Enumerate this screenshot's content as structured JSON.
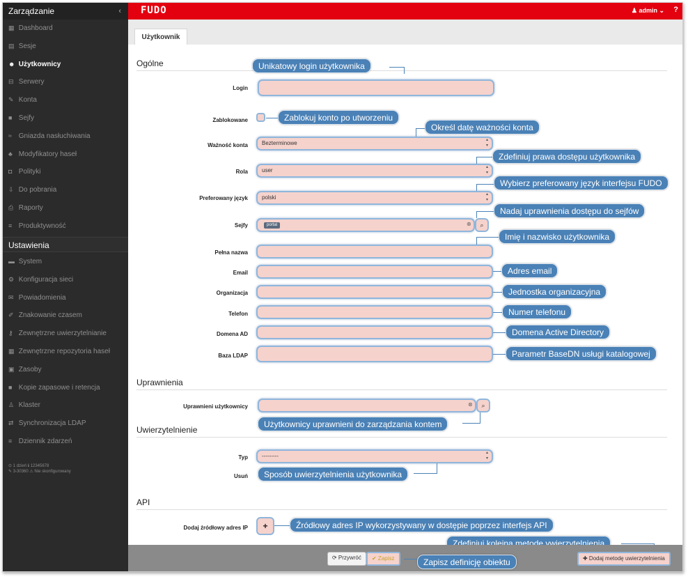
{
  "sidebar": {
    "header": "Zarządzanie",
    "collapse": "‹",
    "items": [
      {
        "label": "Dashboard",
        "icon": "dashboard-icon",
        "glyph": "▦"
      },
      {
        "label": "Sesje",
        "icon": "film-icon",
        "glyph": "▤"
      },
      {
        "label": "Użytkownicy",
        "icon": "users-icon",
        "glyph": "☻"
      },
      {
        "label": "Serwery",
        "icon": "server-icon",
        "glyph": "⊟"
      },
      {
        "label": "Konta",
        "icon": "key-icon",
        "glyph": "✎"
      },
      {
        "label": "Sejfy",
        "icon": "safe-icon",
        "glyph": "■"
      },
      {
        "label": "Gniazda nasłuchiwania",
        "icon": "rss-icon",
        "glyph": "≈"
      },
      {
        "label": "Modyfikatory haseł",
        "icon": "modifier-icon",
        "glyph": "♣"
      },
      {
        "label": "Polityki",
        "icon": "shield-icon",
        "glyph": "◘"
      },
      {
        "label": "Do pobrania",
        "icon": "download-icon",
        "glyph": "⇩"
      },
      {
        "label": "Raporty",
        "icon": "print-icon",
        "glyph": "⎙"
      },
      {
        "label": "Produktywność",
        "icon": "list-icon",
        "glyph": "≡"
      }
    ],
    "section2": "Ustawienia",
    "items2": [
      {
        "label": "System",
        "icon": "folder-icon",
        "glyph": "▬"
      },
      {
        "label": "Konfiguracja sieci",
        "icon": "gears-icon",
        "glyph": "⚙"
      },
      {
        "label": "Powiadomienia",
        "icon": "envelope-icon",
        "glyph": "✉"
      },
      {
        "label": "Znakowanie czasem",
        "icon": "edit-icon",
        "glyph": "✐"
      },
      {
        "label": "Zewnętrzne uwierzytelnianie",
        "icon": "key-icon",
        "glyph": "⚷"
      },
      {
        "label": "Zewnętrzne repozytoria haseł",
        "icon": "grid-icon",
        "glyph": "▦"
      },
      {
        "label": "Zasoby",
        "icon": "image-icon",
        "glyph": "▣"
      },
      {
        "label": "Kopie zapasowe i retencja",
        "icon": "archive-icon",
        "glyph": "■"
      },
      {
        "label": "Klaster",
        "icon": "sitemap-icon",
        "glyph": "♙"
      },
      {
        "label": "Synchronizacja LDAP",
        "icon": "exchange-icon",
        "glyph": "⇄"
      },
      {
        "label": "Dziennik zdarzeń",
        "icon": "list-icon",
        "glyph": "≡"
      }
    ],
    "foot1": "⊙ 1 dzień  ℹ 12345678",
    "foot2": "✎ 3-30360  ⚠ Nie skonfigurowany"
  },
  "topbar": {
    "logo": "FUDO",
    "user": "♟ admin ⌄",
    "help": "?"
  },
  "tab": "Użytkownik",
  "sections": {
    "general": "Ogólne",
    "perms": "Uprawnienia",
    "auth": "Uwierzytelnienie",
    "api": "API"
  },
  "fields": {
    "login": "Login",
    "blocked": "Zablokowane",
    "validity": "Ważność konta",
    "validity_value": "Bezterminowe",
    "role": "Rola",
    "role_value": "user",
    "language": "Preferowany język",
    "language_value": "polski",
    "safes": "Sejfy",
    "safes_tag": "portal",
    "fullname": "Pełna nazwa",
    "email": "Email",
    "org": "Organizacja",
    "phone": "Telefon",
    "ad": "Domena AD",
    "ldap": "Baza LDAP",
    "authorized": "Uprawnieni użytkownicy",
    "type": "Typ",
    "type_value": "---------",
    "remove": "Usuń",
    "addip": "Dodaj źródłowy adres IP",
    "plus": "+"
  },
  "callouts": {
    "login": "Unikatowy login użytkownika",
    "blocked": "Zablokuj konto po utworzeniu",
    "validity": "Określ datę ważności konta",
    "role": "Zdefiniuj prawa dostępu użytkownika",
    "language": "Wybierz preferowany język interfejsu FUDO",
    "safes": "Nadaj uprawnienia dostępu do sejfów",
    "fullname": "Imię i nazwisko użytkownika",
    "email": "Adres email",
    "org": "Jednostka organizacyjna",
    "phone": "Numer telefonu",
    "ad": "Domena Active Directory",
    "ldap": "Parametr BaseDN usługi katalogowej",
    "authorized": "Użytkownicy uprawnieni do zarządzania kontem",
    "auth": "Sposób uwierzytelnienia użytkownika",
    "api": "Źródłowy adres IP wykorzystywany w dostępie poprzez interfejs API",
    "addmethod": "Zdefiniuj kolejną metodę ywierzytelnienia",
    "save": "Zapisz definicję obiektu"
  },
  "footer": {
    "revert": "⟳ Przywróć",
    "save": "✔ Zapisz",
    "addmethod": "✚ Dodaj metodę uwierzytelnienia"
  }
}
